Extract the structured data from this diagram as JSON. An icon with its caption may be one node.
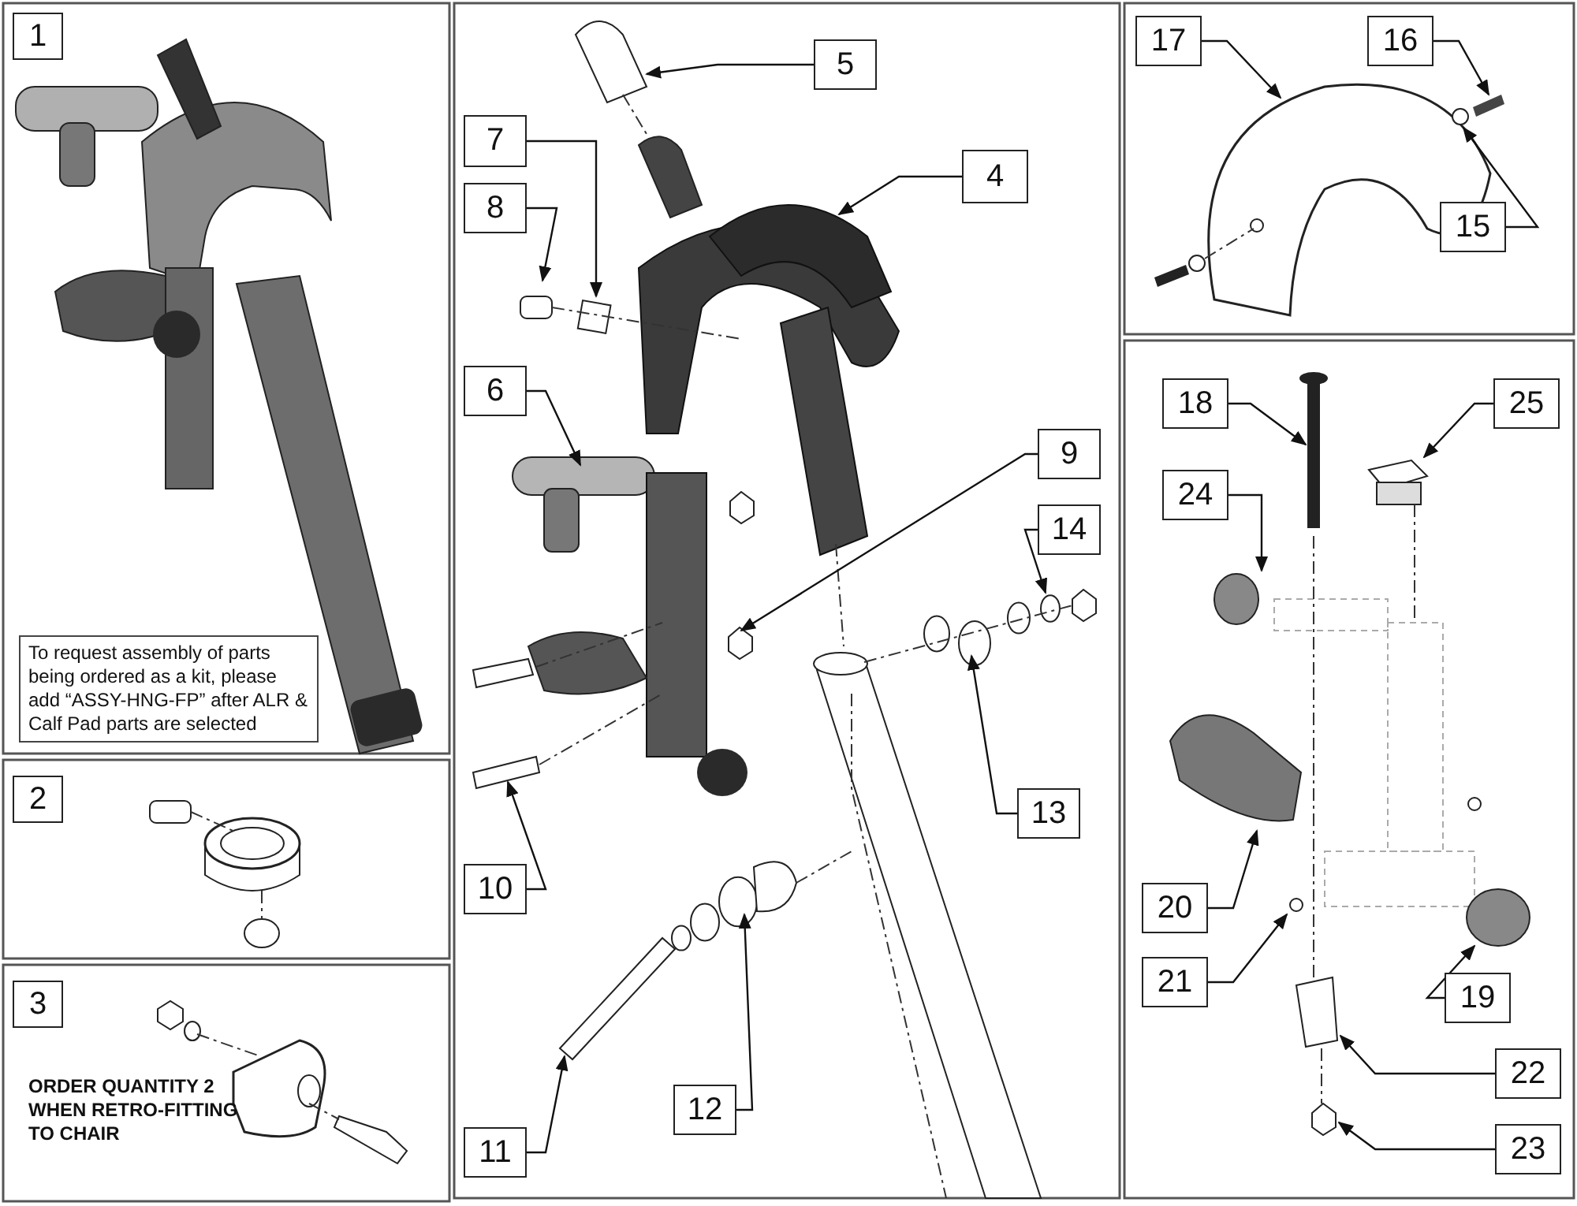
{
  "diagram": {
    "nodes": [
      {
        "text": [
          "1"
        ]
      },
      {
        "text": [
          "To request assembly of parts being ordered as a kit, please add “ASSY-HNG-FP” after ALR & Calf Pad parts are selected"
        ]
      },
      {
        "text": [
          "2"
        ]
      },
      {
        "text": [
          "3"
        ]
      },
      {
        "text": [
          "5"
        ]
      },
      {
        "text": [
          "7"
        ]
      },
      {
        "text": [
          "4"
        ]
      },
      {
        "text": [
          "8"
        ]
      },
      {
        "text": [
          "6"
        ]
      },
      {
        "text": [
          "9"
        ]
      },
      {
        "text": [
          "14"
        ]
      },
      {
        "text": [
          "13"
        ]
      },
      {
        "text": [
          "10"
        ]
      },
      {
        "text": [
          "12"
        ]
      },
      {
        "text": [
          "11"
        ]
      },
      {
        "text": [
          "17"
        ]
      },
      {
        "text": [
          "16"
        ]
      },
      {
        "text": [
          "15"
        ]
      },
      {
        "text": [
          "18"
        ]
      },
      {
        "text": [
          "25"
        ]
      },
      {
        "text": [
          "24"
        ]
      },
      {
        "text": [
          "20"
        ]
      },
      {
        "text": [
          "21"
        ]
      },
      {
        "text": [
          "19"
        ]
      },
      {
        "text": [
          "22"
        ]
      },
      {
        "text": [
          "23"
        ]
      },
      {
        "text": [],
        "shape": "picture"
      },
      {
        "text": [],
        "shape": "picture"
      },
      {
        "text": [],
        "shape": "circle"
      }
    ],
    "edges": [
      {
        "from": 4,
        "to": null,
        "arrow": "to"
      },
      {
        "from": 5,
        "to": null,
        "arrow": "to"
      },
      {
        "from": 6,
        "to": null,
        "arrow": "to"
      },
      {
        "from": 7,
        "to": null,
        "arrow": "to"
      },
      {
        "from": 8,
        "to": null,
        "arrow": "to"
      },
      {
        "from": 9,
        "to": null,
        "arrow": "to"
      },
      {
        "from": 10,
        "to": null,
        "arrow": "to"
      },
      {
        "from": 11,
        "to": null,
        "arrow": "to"
      },
      {
        "from": 12,
        "to": null,
        "arrow": "to"
      },
      {
        "from": 13,
        "to": null,
        "arrow": "to"
      },
      {
        "from": 14,
        "to": null,
        "arrow": "to"
      },
      {
        "from": 15,
        "to": 26,
        "arrow": "to"
      },
      {
        "from": 16,
        "to": 27,
        "arrow": "to"
      },
      {
        "from": 17,
        "to": 28,
        "arrow": "to"
      },
      {
        "from": 18,
        "to": null,
        "arrow": "to"
      },
      {
        "from": 19,
        "to": null,
        "arrow": "to"
      },
      {
        "from": 20,
        "to": null,
        "arrow": "to"
      },
      {
        "from": 21,
        "to": null,
        "arrow": "to"
      },
      {
        "from": 22,
        "to": null,
        "arrow": "to"
      },
      {
        "from": 23,
        "to": null,
        "arrow": "to"
      },
      {
        "from": 24,
        "to": null,
        "arrow": "to"
      },
      {
        "from": 25,
        "to": null,
        "arrow": "to"
      }
    ],
    "labels": [
      "ORDER QUANTITY 2 WHEN RETRO-FITTING TO CHAIR"
    ]
  }
}
